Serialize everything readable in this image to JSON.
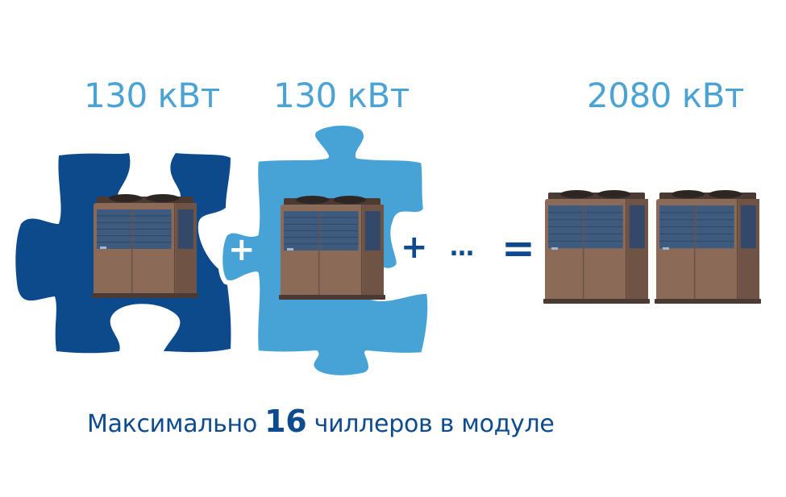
{
  "labels": {
    "module_one_power": "130 кВт",
    "module_two_power": "130 кВт",
    "total_power": "2080 кВт"
  },
  "operators": {
    "plus": "+",
    "ellipsis": "…",
    "equals": "="
  },
  "caption": {
    "before": "Максимально ",
    "number": "16",
    "after": " чиллеров в модуле"
  },
  "colors": {
    "dark_blue": "#0c4a8c",
    "light_blue": "#47a3d6",
    "label_blue": "#4aa3d4",
    "text_navy": "#0d4a8e",
    "chiller_body": "#8b6a58",
    "chiller_panel": "#3e5a7d",
    "chiller_dark": "#4a3a33"
  }
}
